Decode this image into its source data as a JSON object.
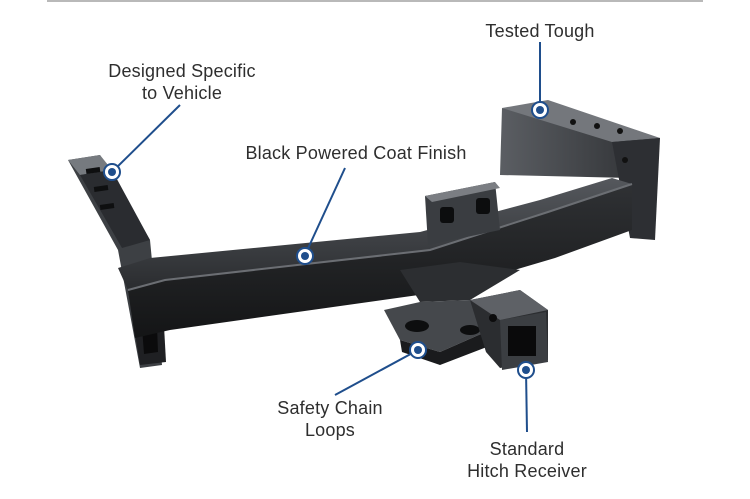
{
  "colors": {
    "accent": "#1f4e8c",
    "metal_dark": "#1c1d1f",
    "metal_mid": "#3a3c40",
    "metal_light": "#6a6d72"
  },
  "callouts": {
    "tested_tough": {
      "lines": [
        "Tested Tough"
      ]
    },
    "designed_specific": {
      "lines": [
        "Designed Specific",
        "to Vehicle"
      ]
    },
    "black_coat": {
      "lines": [
        "Black Powered Coat Finish"
      ]
    },
    "safety_chain": {
      "lines": [
        "Safety Chain",
        "Loops"
      ]
    },
    "standard_receiver": {
      "lines": [
        "Standard",
        "Hitch Receiver"
      ]
    }
  }
}
